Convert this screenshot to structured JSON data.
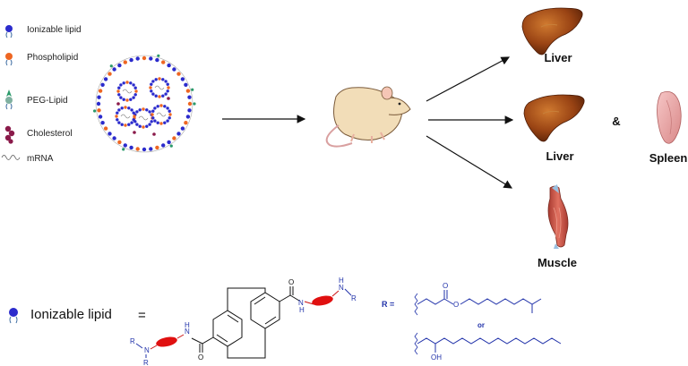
{
  "legend": {
    "items": [
      {
        "id": "ionizable",
        "label": "Ionizable lipid"
      },
      {
        "id": "phospholipid",
        "label": "Phospholipid"
      },
      {
        "id": "peg",
        "label": "PEG-Lipid"
      },
      {
        "id": "cholesterol",
        "label": "Cholesterol"
      },
      {
        "id": "mrna",
        "label": "mRNA"
      }
    ]
  },
  "organs": {
    "liver_top": "Liver",
    "liver_mid": "Liver",
    "ampersand": "&",
    "spleen": "Spleen",
    "muscle": "Muscle"
  },
  "structure": {
    "title": "Ionizable lipid",
    "equals": "=",
    "r_label": "R =",
    "or_label": "or",
    "atom_N": "N",
    "atom_H": "H",
    "atom_R": "R",
    "atom_O": "O",
    "atom_OH": "OH"
  },
  "colors": {
    "ionizable_head": "#2b2bcc",
    "phospholipid_head": "#ee6622",
    "peg_head": "#2a9a6a",
    "cholesterol": "#8a1a4a",
    "liver": "#8a3a10",
    "spleen": "#e8a0a0",
    "muscle": "#c05040",
    "chem_blue": "#2233aa",
    "chem_red": "#cc1111"
  }
}
